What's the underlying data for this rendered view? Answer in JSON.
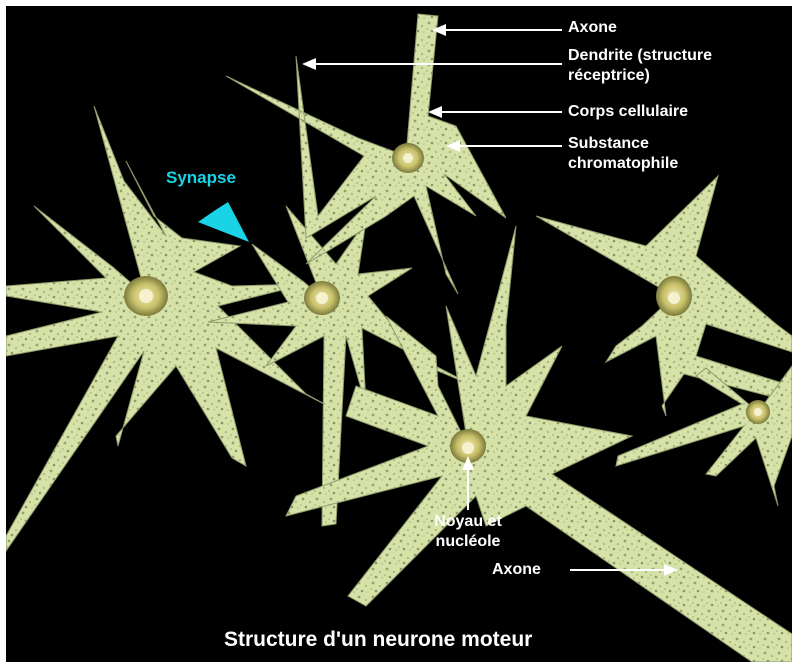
{
  "labels": {
    "axone_top": "Axone",
    "dendrite_line1": "Dendrite  (structure",
    "dendrite_line2": "réceptrice)",
    "corps": "Corps cellulaire",
    "substance_line1": "Substance",
    "substance_line2": "chromatophile",
    "synapse": "Synapse",
    "noyau_line1": "Noyau et",
    "noyau_line2": "nucléole",
    "axone_bottom": "Axone"
  },
  "title": "Structure d'un neurone moteur",
  "colors": {
    "background": "#000000",
    "cell_fill": "#d3dfa6",
    "cell_shadow": "#8e9a6a",
    "label_text": "#ffffff",
    "synapse": "#19d3e6",
    "nucleus": "#c9c46a"
  }
}
